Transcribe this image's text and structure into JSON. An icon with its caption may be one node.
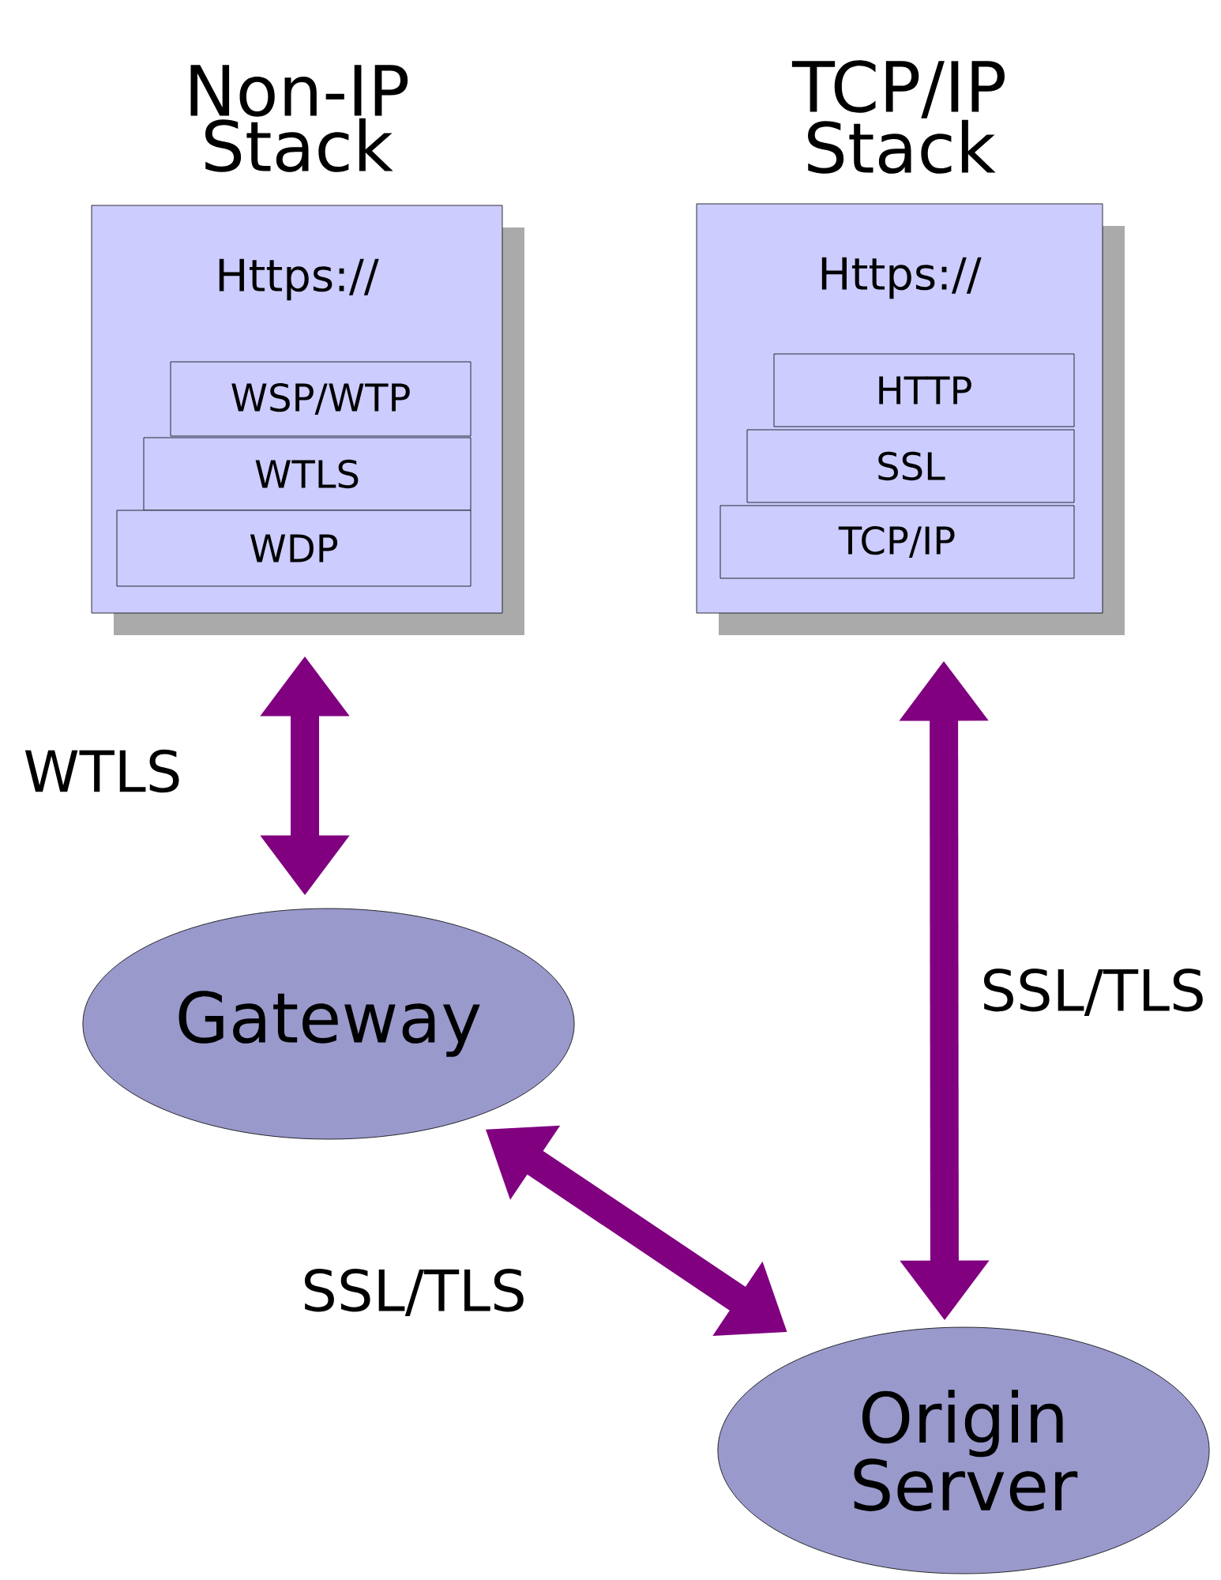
{
  "diagram": {
    "nodes": [
      {
        "text": [
          "Non-IP Stack",
          "Https://"
        ]
      },
      {
        "text": [
          "WSP/WTP"
        ],
        "in": 0
      },
      {
        "text": [
          "WTLS"
        ],
        "in": 0
      },
      {
        "text": [
          "WDP"
        ],
        "in": 0
      },
      {
        "text": [
          "TCP/IP Stack",
          "Https://"
        ]
      },
      {
        "text": [
          "HTTP"
        ],
        "in": 4
      },
      {
        "text": [
          "SSL"
        ],
        "in": 4
      },
      {
        "text": [
          "TCP/IP"
        ],
        "in": 4
      },
      {
        "text": [
          "Gateway"
        ]
      },
      {
        "text": [
          "Origin Server"
        ]
      }
    ],
    "edges": [
      {
        "from": 0,
        "to": 8,
        "arrow": "both",
        "label": "WTLS"
      },
      {
        "from": 4,
        "to": 9,
        "arrow": "both",
        "label": "SSL/TLS"
      },
      {
        "from": 8,
        "to": 9,
        "arrow": "both",
        "label": "SSL/TLS"
      }
    ]
  }
}
